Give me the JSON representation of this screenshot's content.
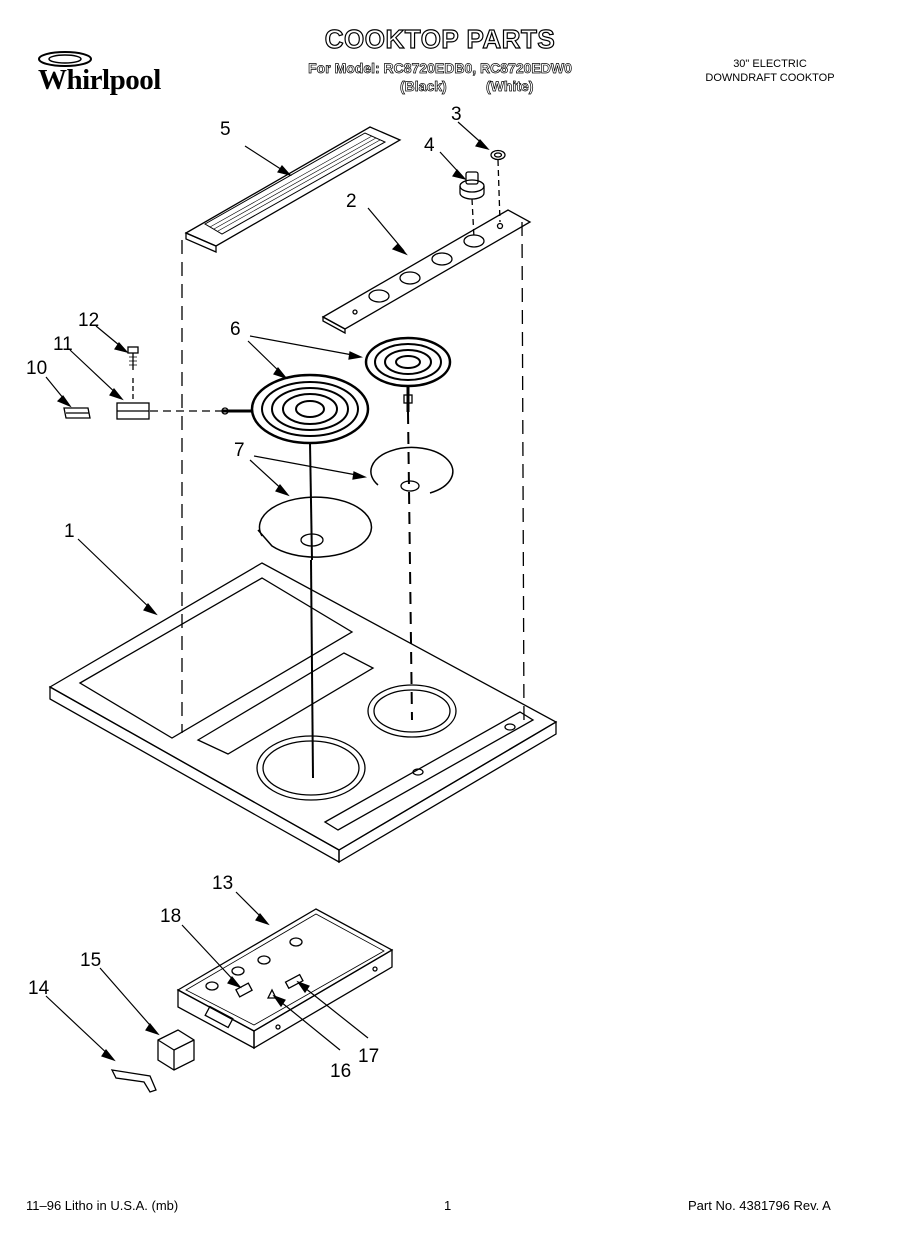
{
  "brand": "Whirlpool",
  "title": "COOKTOP PARTS",
  "model_line": "For Model: RC8720EDB0, RC8720EDW0",
  "color_black": "(Black)",
  "color_white": "(White)",
  "product_description": [
    "30\" ELECTRIC",
    "DOWNDRAFT COOKTOP"
  ],
  "callouts": [
    "1",
    "2",
    "3",
    "4",
    "5",
    "6",
    "7",
    "10",
    "11",
    "12",
    "13",
    "14",
    "15",
    "16",
    "17",
    "18"
  ],
  "footer": {
    "left": "11–96 Litho in U.S.A. (mb)",
    "page": "1",
    "right": "Part No. 4381796 Rev. A"
  }
}
